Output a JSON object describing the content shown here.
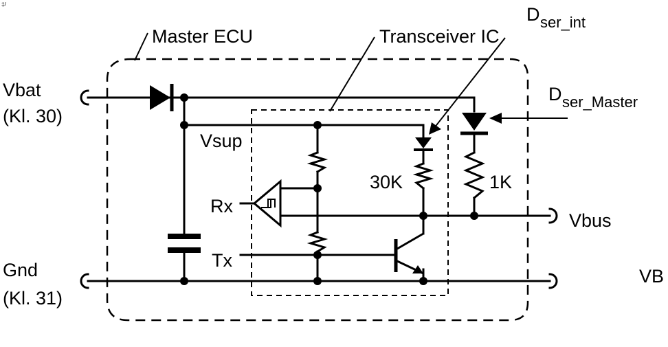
{
  "corner_mark": "‡/",
  "labels": {
    "master_ecu": "Master ECU",
    "transceiver_ic": "Transceiver IC",
    "d_ser_int_main": "D",
    "d_ser_int_sub": "ser_int",
    "d_ser_master_main": "D",
    "d_ser_master_sub": "ser_Master",
    "vbat": "Vbat",
    "kl30": "(Kl. 30)",
    "gnd": "Gnd",
    "kl31": "(Kl. 31)",
    "vsup": "Vsup",
    "rx": "Rx",
    "tx": "Tx",
    "r30k": "30K",
    "r1k": "1K",
    "vbus": "Vbus",
    "vb": "VB"
  }
}
